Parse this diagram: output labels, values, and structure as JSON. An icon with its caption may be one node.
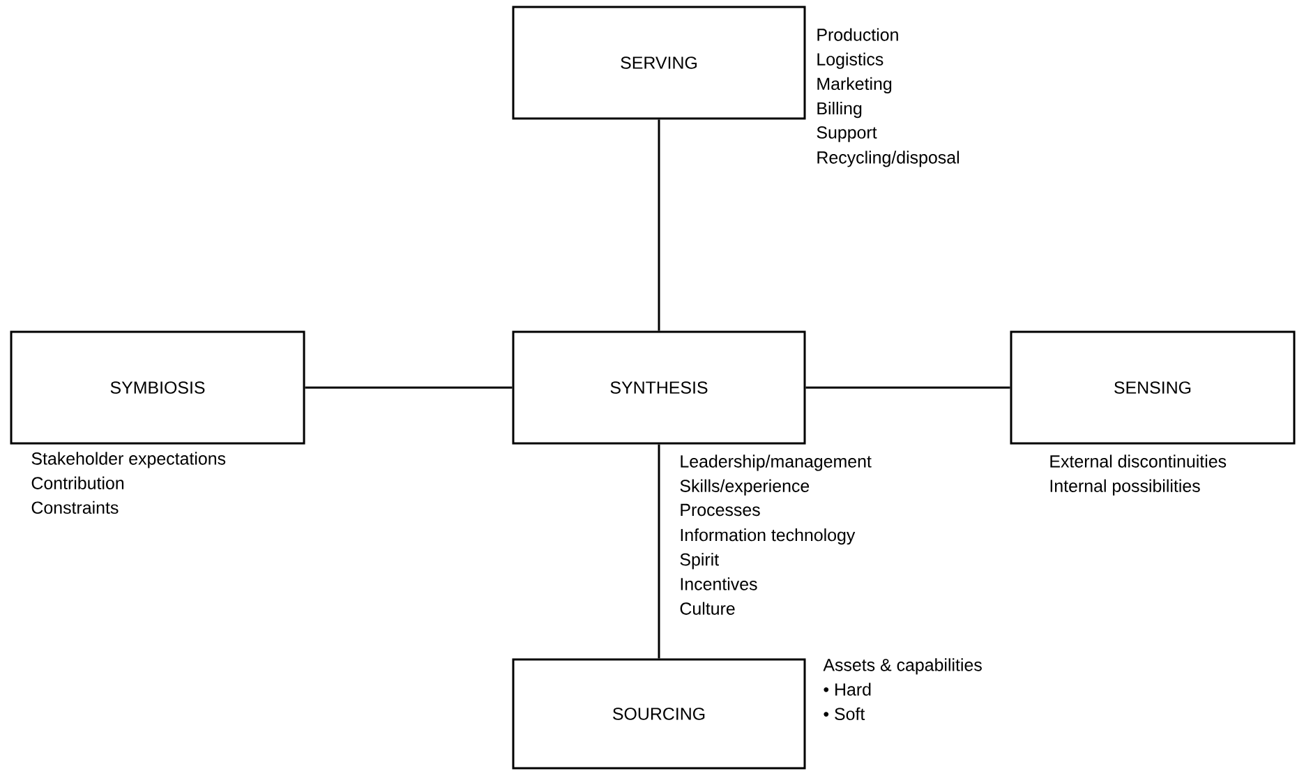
{
  "diagram": {
    "nodes": [
      {
        "text": [
          "SERVING"
        ],
        "beside": [
          "Production",
          "Logistics",
          "Marketing",
          "Billing",
          "Support",
          "Recycling/disposal"
        ]
      },
      {
        "text": [
          "SYMBIOSIS"
        ],
        "beside": [
          "Stakeholder expectations",
          "Contribution",
          "Constraints"
        ]
      },
      {
        "text": [
          "SYNTHESIS"
        ],
        "beside": [
          "Leadership/management",
          "Skills/experience",
          "Processes",
          "Information technology",
          "Spirit",
          "Incentives",
          "Culture"
        ]
      },
      {
        "text": [
          "SENSING"
        ],
        "beside": [
          "External discontinuities",
          "Internal possibilities"
        ]
      },
      {
        "text": [
          "SOURCING"
        ],
        "beside": [
          "Assets & capabilities",
          "• Hard",
          "• Soft"
        ]
      }
    ],
    "edges": [
      {
        "from": 0,
        "to": 2,
        "arrow": "none"
      },
      {
        "from": 1,
        "to": 2,
        "arrow": "none"
      },
      {
        "from": 2,
        "to": 3,
        "arrow": "none"
      },
      {
        "from": 2,
        "to": 4,
        "arrow": "none"
      }
    ]
  }
}
